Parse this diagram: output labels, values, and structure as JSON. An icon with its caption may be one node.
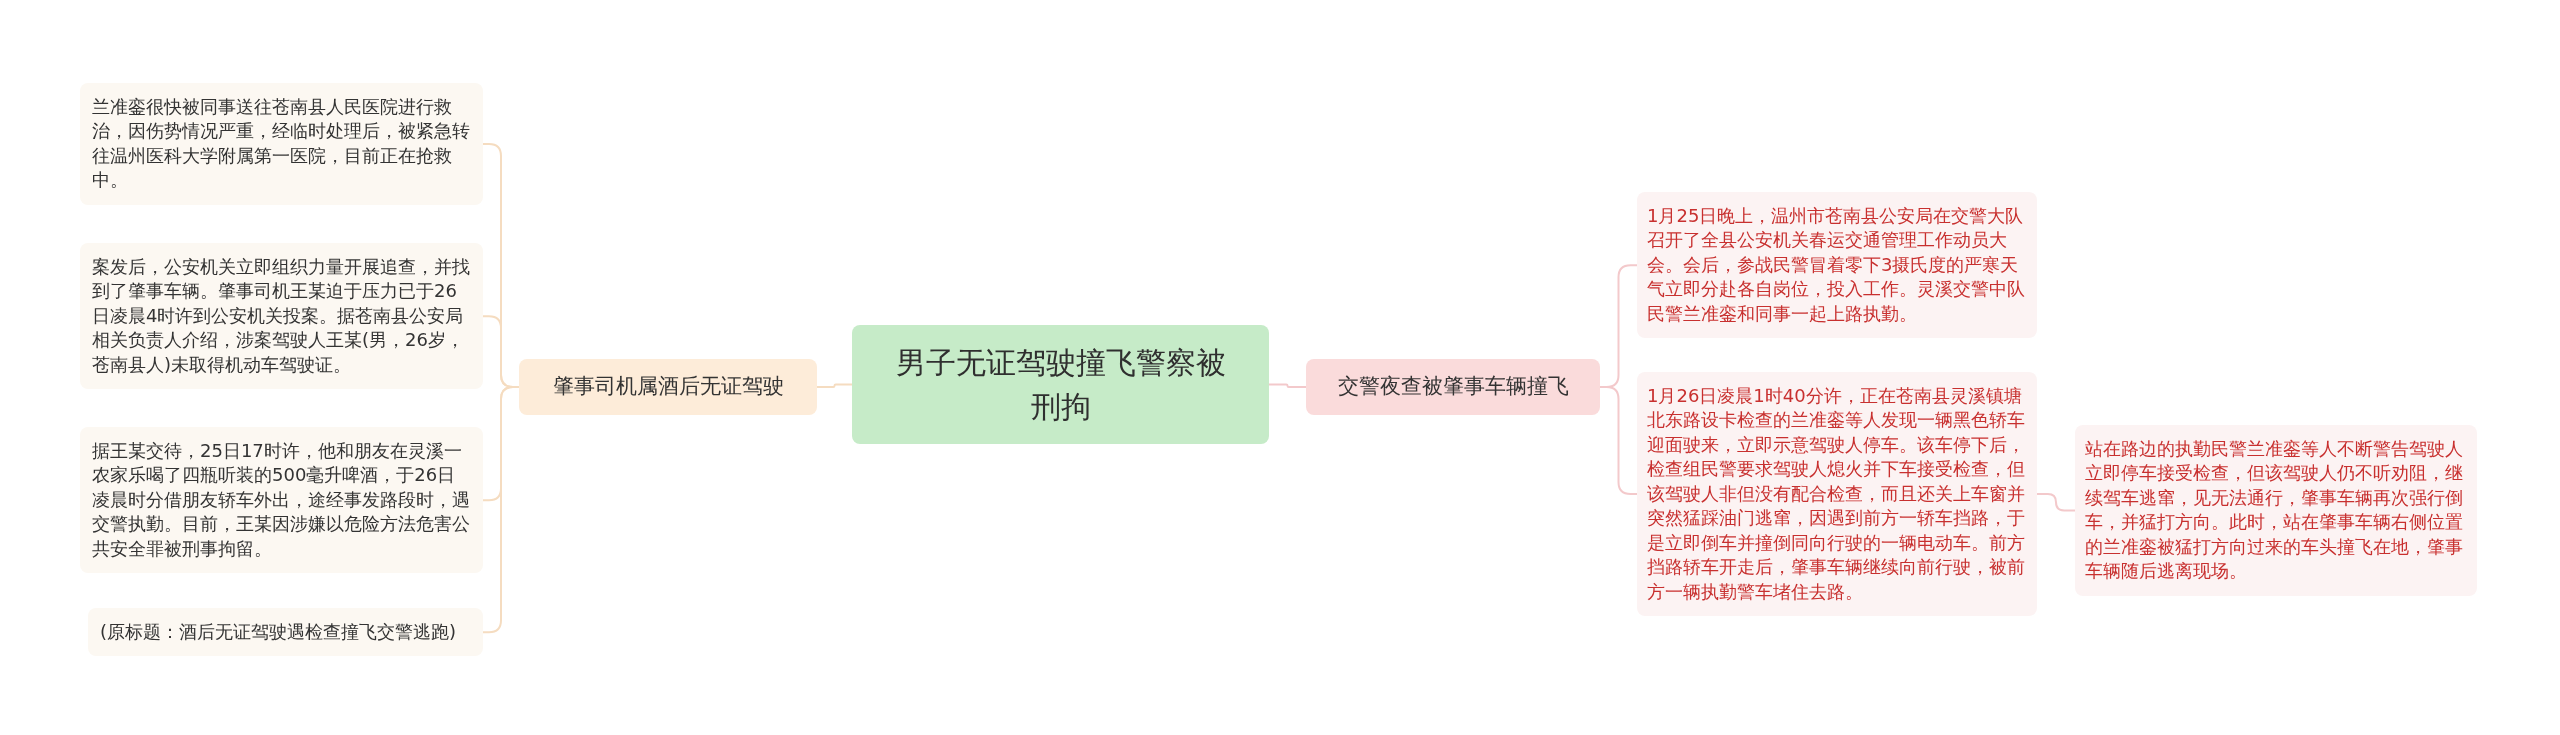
{
  "diagram": {
    "nodes": [
      {
        "text": [
          "男子无证驾驶撞飞警察被刑拘"
        ]
      },
      {
        "text": [
          "肇事司机属酒后无证驾驶"
        ]
      },
      {
        "text": [
          "兰准銮很快被同事送往苍南县人民医院进行救治，因伤势情况严重，经临时处理后，被紧急转往温州医科大学附属第一医院，目前正在抢救中。"
        ]
      },
      {
        "text": [
          "案发后，公安机关立即组织力量开展追查，并找到了肇事车辆。肇事司机王某迫于压力已于26日凌晨4时许到公安机关投案。据苍南县公安局相关负责人介绍，涉案驾驶人王某(男，26岁，苍南县人)未取得机动车驾驶证。"
        ]
      },
      {
        "text": [
          "据王某交待，25日17时许，他和朋友在灵溪一农家乐喝了四瓶听装的500毫升啤酒，于26日凌晨时分借朋友轿车外出，途经事发路段时，遇交警执勤。目前，王某因涉嫌以危险方法危害公共安全罪被刑事拘留。"
        ]
      },
      {
        "text": [
          "(原标题：酒后无证驾驶遇检查撞飞交警逃跑)"
        ]
      },
      {
        "text": [
          "交警夜查被肇事车辆撞飞"
        ]
      },
      {
        "text": [
          "1月25日晚上，温州市苍南县公安局在交警大队召开了全县公安机关春运交通管理工作动员大会。会后，参战民警冒着零下3摄氏度的严寒天气立即分赴各自岗位，投入工作。灵溪交警中队民警兰准銮和同事一起上路执勤。"
        ]
      },
      {
        "text": [
          "1月26日凌晨1时40分许，正在苍南县灵溪镇塘北东路设卡检查的兰准銮等人发现一辆黑色轿车迎面驶来，立即示意驾驶人停车。该车停下后，检查组民警要求驾驶人熄火并下车接受检查，但该驾驶人非但没有配合检查，而且还关上车窗并突然猛踩油门逃窜，因遇到前方一轿车挡路，于是立即倒车并撞倒同向行驶的一辆电动车。前方挡路轿车开走后，肇事车辆继续向前行驶，被前方一辆执勤警车堵住去路。"
        ]
      },
      {
        "text": [
          "站在路边的执勤民警兰准銮等人不断警告驾驶人立即停车接受检查，但该驾驶人仍不听劝阻，继续驾车逃窜，见无法通行，肇事车辆再次强行倒车，并猛打方向。此时，站在肇事车辆右侧位置的兰准銮被猛打方向过来的车头撞飞在地，肇事车辆随后逃离现场。"
        ]
      }
    ],
    "edges": [
      {
        "from": 0,
        "to": 1,
        "arrow": "none"
      },
      {
        "from": 1,
        "to": 2,
        "arrow": "none"
      },
      {
        "from": 1,
        "to": 3,
        "arrow": "none"
      },
      {
        "from": 1,
        "to": 4,
        "arrow": "none"
      },
      {
        "from": 1,
        "to": 5,
        "arrow": "none"
      },
      {
        "from": 0,
        "to": 6,
        "arrow": "none",
        "color": "#f3c9cb"
      },
      {
        "from": 6,
        "to": 7,
        "arrow": "none",
        "color": "#f3c9cb"
      },
      {
        "from": 6,
        "to": 8,
        "arrow": "none",
        "color": "#f3c9cb"
      },
      {
        "from": 8,
        "to": 9,
        "arrow": "none",
        "color": "#f3c9cb"
      }
    ]
  }
}
